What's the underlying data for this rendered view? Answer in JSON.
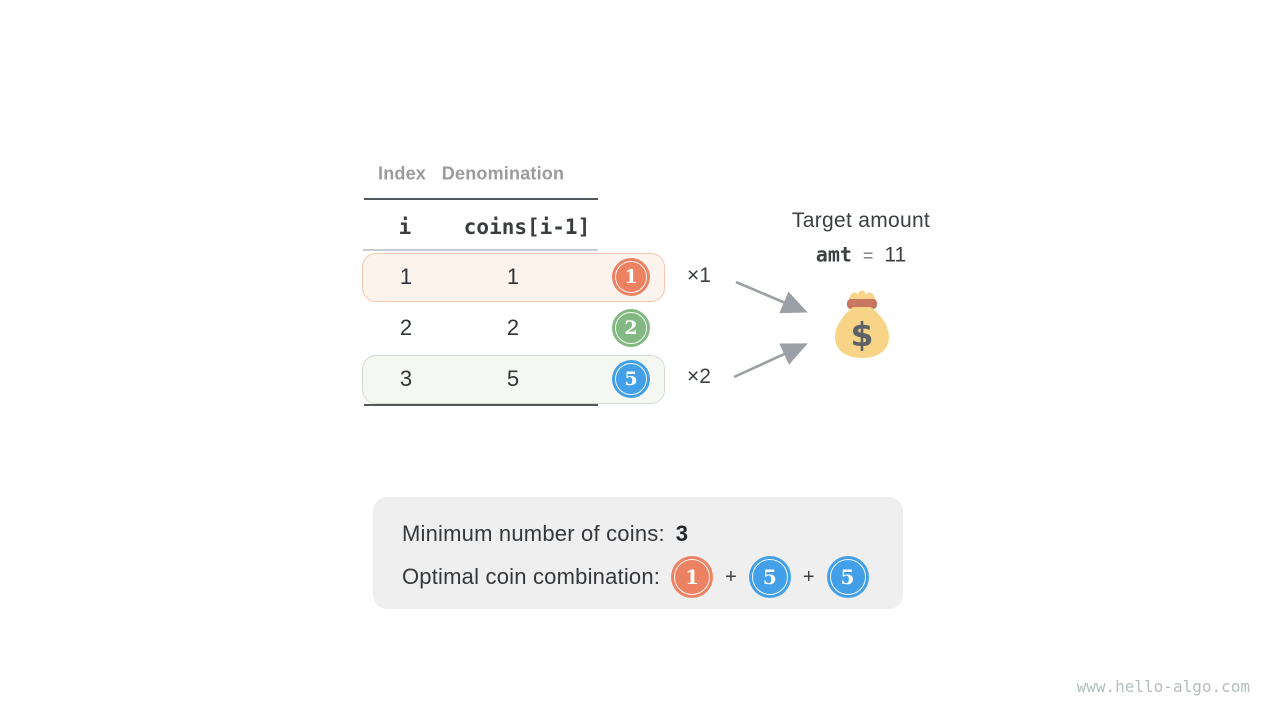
{
  "colors": {
    "coin_orange": "#ed8263",
    "coin_green": "#82b982",
    "coin_blue": "#43a0e8",
    "row_highlight_orange_bg": "#fdf3ed",
    "row_highlight_orange_border": "#f2c7b0",
    "row_highlight_green_bg": "#f5f8f2",
    "row_highlight_green_border": "#d4dacf",
    "arrow": "#9aa0a6",
    "summary_bg": "#efefef",
    "bag_body": "#f8d488",
    "bag_band": "#c7765f",
    "bag_symbol_color": "#5b6167"
  },
  "table": {
    "column_headers": [
      "Index",
      "Denomination"
    ],
    "variable_headers": [
      "i",
      "coins[i-1]"
    ],
    "rows": [
      {
        "index": "1",
        "denomination": "1",
        "coin_value": "1"
      },
      {
        "index": "2",
        "denomination": "2",
        "coin_value": "2"
      },
      {
        "index": "3",
        "denomination": "5",
        "coin_value": "5"
      }
    ]
  },
  "multipliers": {
    "first": "×1",
    "second": "×2"
  },
  "target": {
    "title": "Target amount",
    "variable": "amt",
    "equals": "=",
    "value": "11",
    "bag_symbol": "$"
  },
  "summary": {
    "min_coins_label": "Minimum number of coins:",
    "min_coins_value": "3",
    "combination_label": "Optimal coin combination:",
    "plus": "+",
    "combination_coins": [
      "1",
      "5",
      "5"
    ]
  },
  "watermark": "www.hello-algo.com"
}
